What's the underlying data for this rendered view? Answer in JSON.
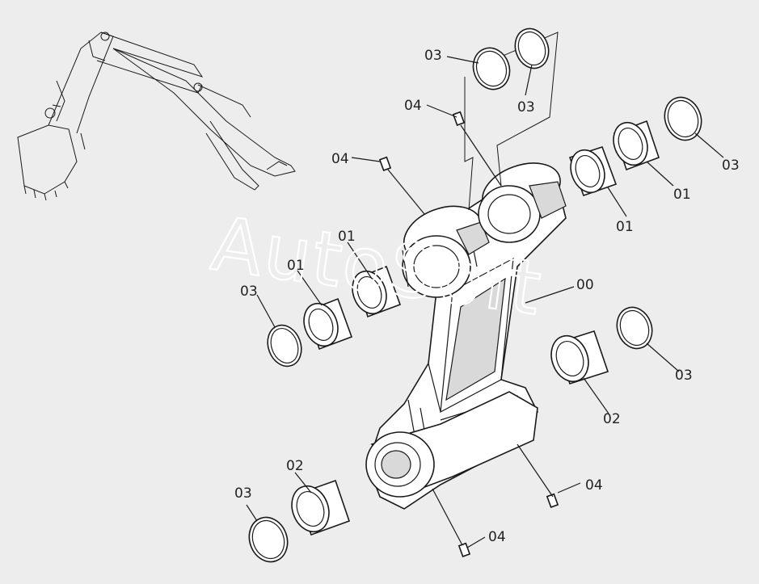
{
  "watermark": "AutoSoft",
  "callouts": [
    {
      "id": "c-03-top-left",
      "text": "03"
    },
    {
      "id": "c-03-top-right",
      "text": "03"
    },
    {
      "id": "c-04-top",
      "text": "04"
    },
    {
      "id": "c-04-left",
      "text": "04"
    },
    {
      "id": "c-03-far-right",
      "text": "03"
    },
    {
      "id": "c-01-right-upper",
      "text": "01"
    },
    {
      "id": "c-01-right-lower",
      "text": "01"
    },
    {
      "id": "c-01-left-upper",
      "text": "01"
    },
    {
      "id": "c-01-left-lower",
      "text": "01"
    },
    {
      "id": "c-03-left",
      "text": "03"
    },
    {
      "id": "c-00",
      "text": "00"
    },
    {
      "id": "c-03-right-mid",
      "text": "03"
    },
    {
      "id": "c-02-right",
      "text": "02"
    },
    {
      "id": "c-02-bottom",
      "text": "02"
    },
    {
      "id": "c-03-bottom",
      "text": "03"
    },
    {
      "id": "c-04-bottom-right",
      "text": "04"
    },
    {
      "id": "c-04-bottom",
      "text": "04"
    }
  ]
}
